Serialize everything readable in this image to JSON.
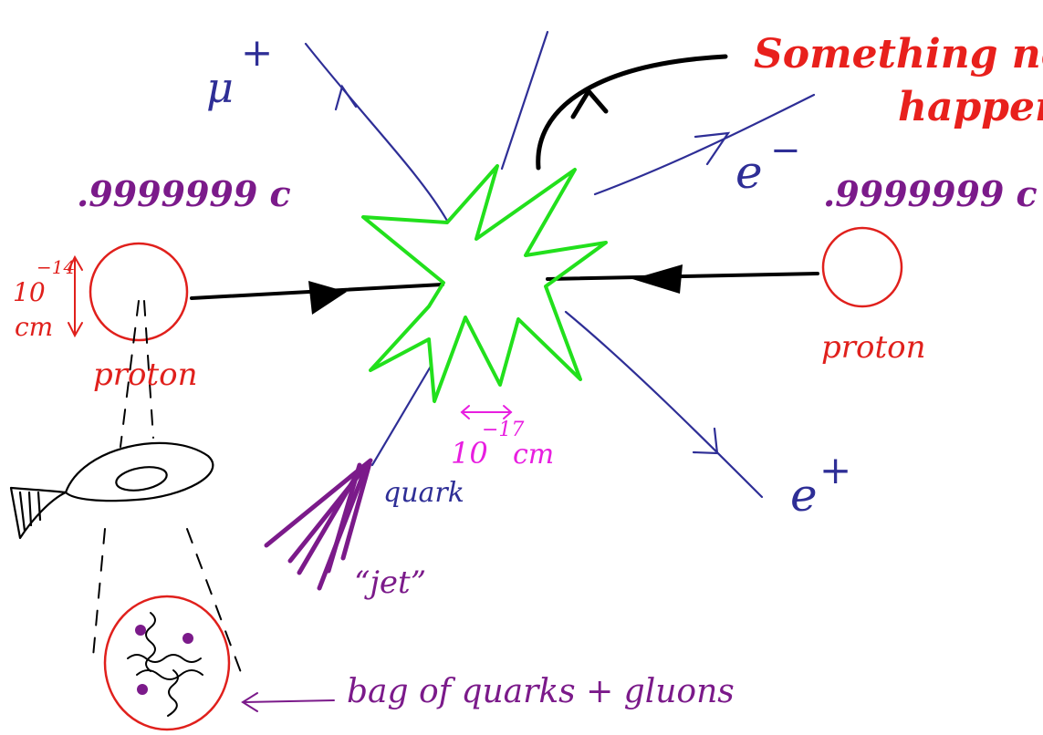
{
  "annotation": {
    "headline_line1": "Something new",
    "headline_line2": "happens!"
  },
  "particles": {
    "muon": "μ",
    "muon_charge": "+",
    "electron": "e",
    "electron_charge": "−",
    "positron": "e",
    "positron_charge": "+",
    "quark": "quark",
    "jet": "“jet”"
  },
  "beams": {
    "left_speed": ".9999999 c",
    "right_speed": ".9999999 c",
    "left_label": "proton",
    "right_label": "proton"
  },
  "scales": {
    "proton_size_base": "10",
    "proton_size_exp": "−14",
    "proton_size_unit": "cm",
    "collision_size_base": "10",
    "collision_size_exp": "−17",
    "collision_size_unit": "cm"
  },
  "inside_proton": {
    "label": "bag of quarks + gluons"
  },
  "colors": {
    "tracks": "#2e2e96",
    "beams": "#000000",
    "proton": "#e0201c",
    "speed": "#7b1a8a",
    "headline": "#e8201c",
    "burst": "#22e01c",
    "scale_magenta": "#e81ee0",
    "jet": "#7b1a8a"
  }
}
